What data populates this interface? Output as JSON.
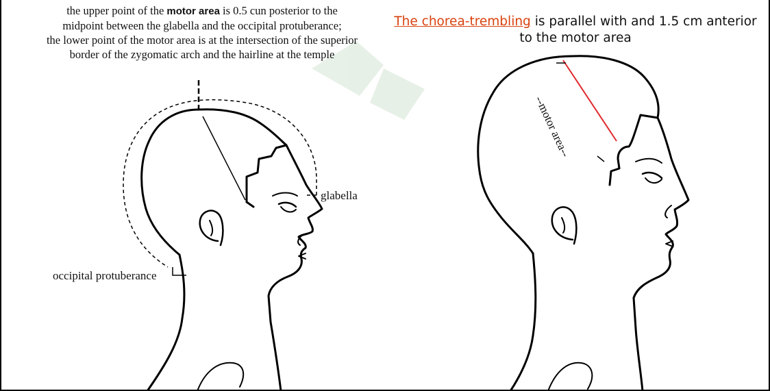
{
  "caption_left": {
    "line1_pre": "the upper point of the ",
    "line1_bold": "motor area",
    "line1_post": " is 0.5 cun posterior to the",
    "line2": "midpoint between the glabella and the occipital protuberance;",
    "line3": "the lower point of the motor area is at the intersection of the superior",
    "line4": "border of the zygomatic arch and the hairline at the temple"
  },
  "caption_right": {
    "link": "The chorea-trembling",
    "line1": " is parallel with and 1.5 cm anterior",
    "line2": "to the motor area"
  },
  "labels": {
    "glabella": "glabella",
    "occipital": "occipital protuberance",
    "motor_area": "--motor area--"
  },
  "colors": {
    "link": "#d9420e",
    "chorea_line": "#e0282c",
    "watermark": "#7fb07f"
  }
}
